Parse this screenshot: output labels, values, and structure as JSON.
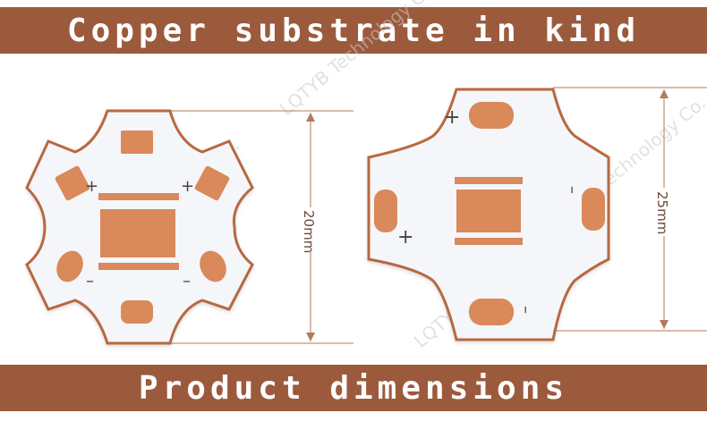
{
  "header_banner": {
    "text": "Copper substrate in kind"
  },
  "footer_banner": {
    "text": "Product dimensions"
  },
  "left_board": {
    "shape": "hexagonal star",
    "dimension_label": "20mm",
    "polarity_plus": "+",
    "polarity_minus": "–"
  },
  "right_board": {
    "shape": "rounded four-lobe",
    "dimension_label": "25mm",
    "polarity_plus": "+",
    "polarity_minus": "–"
  },
  "watermark": {
    "text": "LQTYB Technology Co., Ltd."
  },
  "colors": {
    "banner": "#9c5a3c",
    "copper_pad": "#d9895a",
    "board_white": "#f4f6f9",
    "board_edge": "#b8683f",
    "dimension_line": "#b07a5c"
  }
}
